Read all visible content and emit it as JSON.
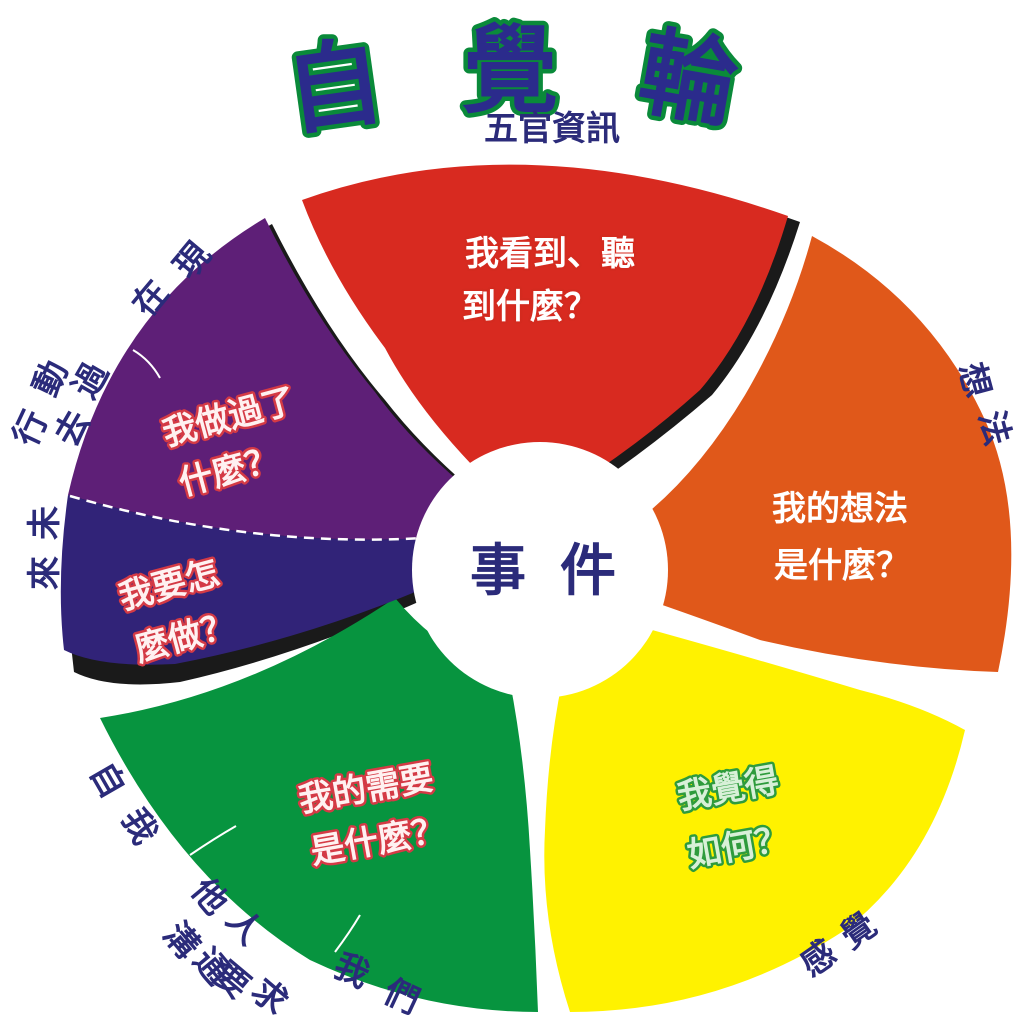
{
  "title": [
    "自",
    "覺",
    "輪"
  ],
  "center": [
    "事",
    "件"
  ],
  "segments": [
    {
      "id": "senses",
      "color": "#d82a20",
      "text_lines": [
        "我看到、聽",
        "到什麼？"
      ],
      "outer_label": "五官資訊"
    },
    {
      "id": "thoughts",
      "color": "#e0581a",
      "text_lines": [
        "我的想法",
        "是什麼？"
      ],
      "outer_label": [
        "想",
        "法"
      ]
    },
    {
      "id": "feelings",
      "color": "#fff200",
      "text_lines": [
        "我覺得",
        "如何？"
      ],
      "outer_label": [
        "感",
        "覺"
      ]
    },
    {
      "id": "needs",
      "color": "#07943f",
      "text_lines": [
        "我的需要",
        "是什麼？"
      ],
      "outer_labels": [
        [
          "自",
          "我"
        ],
        [
          "他",
          "人"
        ],
        [
          "我",
          "們"
        ]
      ]
    },
    {
      "id": "past-actions",
      "color": "#5e1f77",
      "text_lines": [
        "我做過了",
        "什麼？"
      ],
      "outer_labels": [
        [
          "現",
          "在"
        ],
        [
          "過",
          "去"
        ]
      ]
    },
    {
      "id": "future-actions",
      "color": "#312378",
      "text_lines": [
        "我要怎",
        "麼做？"
      ],
      "outer_label": [
        "未",
        "來"
      ]
    }
  ],
  "side_labels": {
    "action": [
      "行",
      "動"
    ],
    "communication": [
      "溝",
      "通"
    ],
    "request": [
      "要",
      "求"
    ]
  }
}
